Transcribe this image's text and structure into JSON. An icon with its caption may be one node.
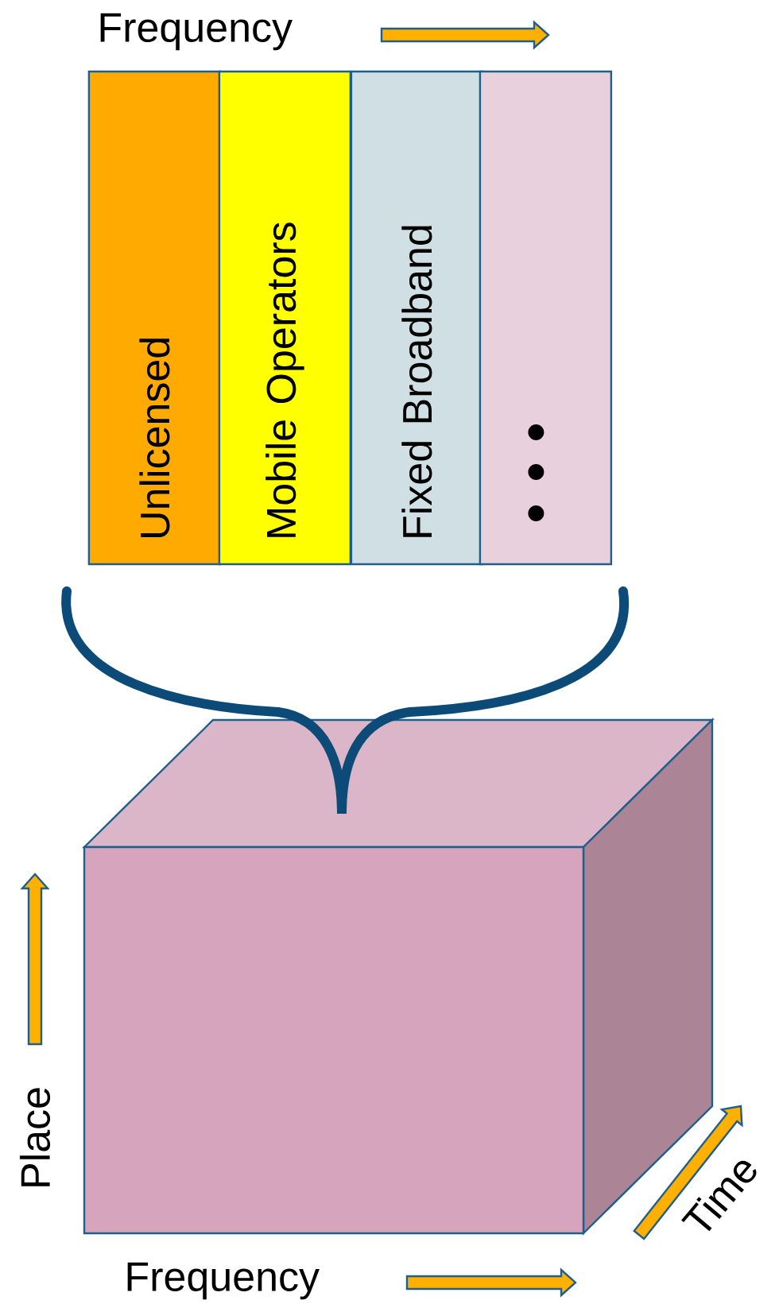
{
  "diagram": {
    "nodes": [
      {
        "text": [
          "Unlicensed"
        ]
      },
      {
        "text": [
          "Mobile Operators"
        ]
      },
      {
        "text": [
          "Fixed Broadband"
        ]
      },
      {
        "text": [],
        "shape": "box"
      },
      {
        "text": [],
        "shape": "box"
      }
    ],
    "labels": [
      "Frequency",
      "Place",
      "Frequency",
      "Time"
    ]
  }
}
